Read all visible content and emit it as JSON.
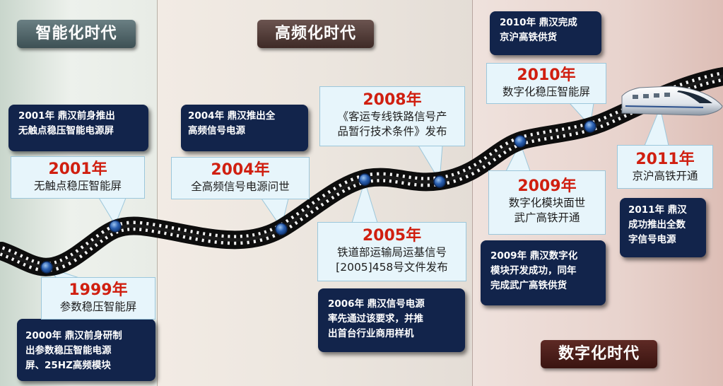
{
  "eras": {
    "smart": "智能化时代",
    "high_freq": "高频化时代",
    "digital": "数字化时代"
  },
  "callouts": {
    "y1999": {
      "year": "1999年",
      "desc": "参数稳压智能屏"
    },
    "y2001": {
      "year": "2001年",
      "desc": "无触点稳压智能屏"
    },
    "y2004": {
      "year": "2004年",
      "desc": "全高频信号电源问世"
    },
    "y2005": {
      "year": "2005年",
      "desc_1": "铁道部运输局运基信号",
      "desc_2": "[2005]458号文件发布"
    },
    "y2008": {
      "year": "2008年",
      "desc_1": "《客运专线铁路信号产",
      "desc_2": "品暂行技术条件》发布"
    },
    "y2009": {
      "year": "2009年",
      "desc_1": "数字化模块面世",
      "desc_2": "武广高铁开通"
    },
    "y2010": {
      "year": "2010年",
      "desc": "数字化稳压智能屏"
    },
    "y2011": {
      "year": "2011年",
      "desc": "京沪高铁开通"
    }
  },
  "notes": {
    "n2000": [
      "2000年 鼎汉前身研制",
      "出参数稳压智能电源",
      "屏、25HZ高频模块"
    ],
    "n2001": [
      "2001年 鼎汉前身推出",
      "无触点稳压智能电源屏"
    ],
    "n2004": [
      "2004年 鼎汉推出全",
      "高频信号电源"
    ],
    "n2006": [
      "2006年 鼎汉信号电源",
      "率先通过该要求，并推",
      "出首台行业商用样机"
    ],
    "n2009": [
      "2009年 鼎汉数字化",
      "模块开发成功，同年",
      "完成武广高铁供货"
    ],
    "n2010": [
      "2010年 鼎汉完成",
      "京沪高铁供货"
    ],
    "n2011": [
      "2011年 鼎汉",
      "成功推出全数",
      "字信号电源"
    ]
  },
  "colors": {
    "navy": "#12244b",
    "year_red": "#d01f10",
    "callout_bg": "#e7f5fb",
    "node_blue": "#2a5fb0"
  },
  "icons": {
    "train": "high-speed-train-icon"
  }
}
